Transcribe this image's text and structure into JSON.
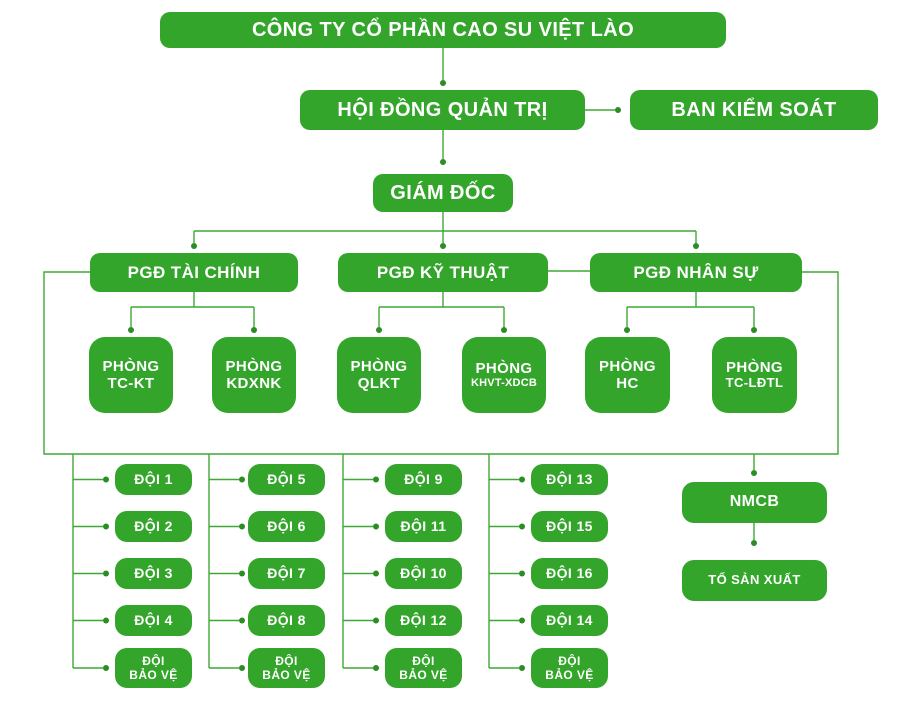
{
  "org": {
    "company": "CÔNG TY CỔ PHẦN CAO SU VIỆT LÀO",
    "board": "HỘI ĐỒNG QUẢN TRỊ",
    "supervisory_board": "BAN KIỂM SOÁT",
    "director": "GIÁM ĐỐC",
    "deputies": {
      "finance": "PGĐ TÀI CHÍNH",
      "technical": "PGĐ KỸ THUẬT",
      "hr": "PGĐ NHÂN SỰ"
    },
    "departments": {
      "tckt": {
        "line1": "PHÒNG",
        "line2": "TC-KT"
      },
      "kdxnk": {
        "line1": "PHÒNG",
        "line2": "KDXNK"
      },
      "qlkt": {
        "line1": "PHÒNG",
        "line2": "QLKT"
      },
      "khvt": {
        "line1": "PHÒNG",
        "line2": "KHVT-XDCB"
      },
      "hc": {
        "line1": "PHÒNG",
        "line2": "HC"
      },
      "tcldtl": {
        "line1": "PHÒNG",
        "line2": "TC-LĐTL"
      }
    },
    "teams": {
      "col1": [
        "ĐỘI 1",
        "ĐỘI 2",
        "ĐỘI 3",
        "ĐỘI 4"
      ],
      "col2": [
        "ĐỘI 5",
        "ĐỘI 6",
        "ĐỘI 7",
        "ĐỘI 8"
      ],
      "col3": [
        "ĐỘI 9",
        "ĐỘI 11",
        "ĐỘI 10",
        "ĐỘI 12"
      ],
      "col4": [
        "ĐỘI 13",
        "ĐỘI 15",
        "ĐỘI 16",
        "ĐỘI 14"
      ],
      "guard": {
        "line1": "ĐỘI",
        "line2": "BẢO VỆ"
      }
    },
    "factory": "NMCB",
    "production_team": "TỔ SẢN XUẤT"
  },
  "colors": {
    "box_green": "#32a52a",
    "line_green": "#3ea836",
    "dot_green": "#2b8d23",
    "text": "#ffffff",
    "background": "#ffffff"
  }
}
